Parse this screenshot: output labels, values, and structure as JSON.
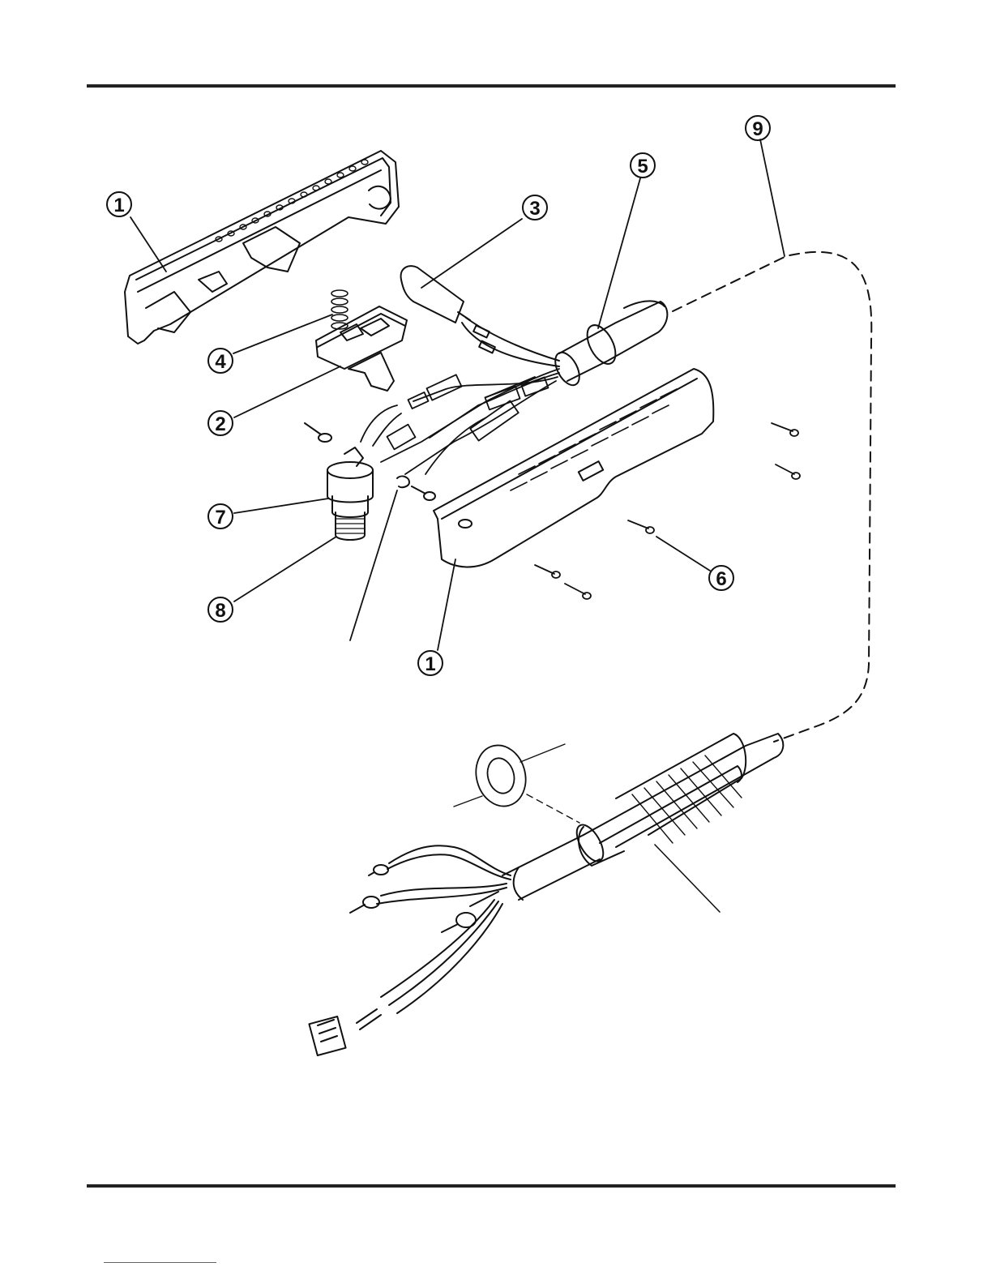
{
  "callouts": [
    {
      "id": "c1a",
      "label": "1"
    },
    {
      "id": "c9",
      "label": "9"
    },
    {
      "id": "c5",
      "label": "5"
    },
    {
      "id": "c3",
      "label": "3"
    },
    {
      "id": "c4",
      "label": "4"
    },
    {
      "id": "c2",
      "label": "2"
    },
    {
      "id": "c7",
      "label": "7"
    },
    {
      "id": "c8",
      "label": "8"
    },
    {
      "id": "c6",
      "label": "6"
    },
    {
      "id": "c1b",
      "label": "1"
    }
  ]
}
